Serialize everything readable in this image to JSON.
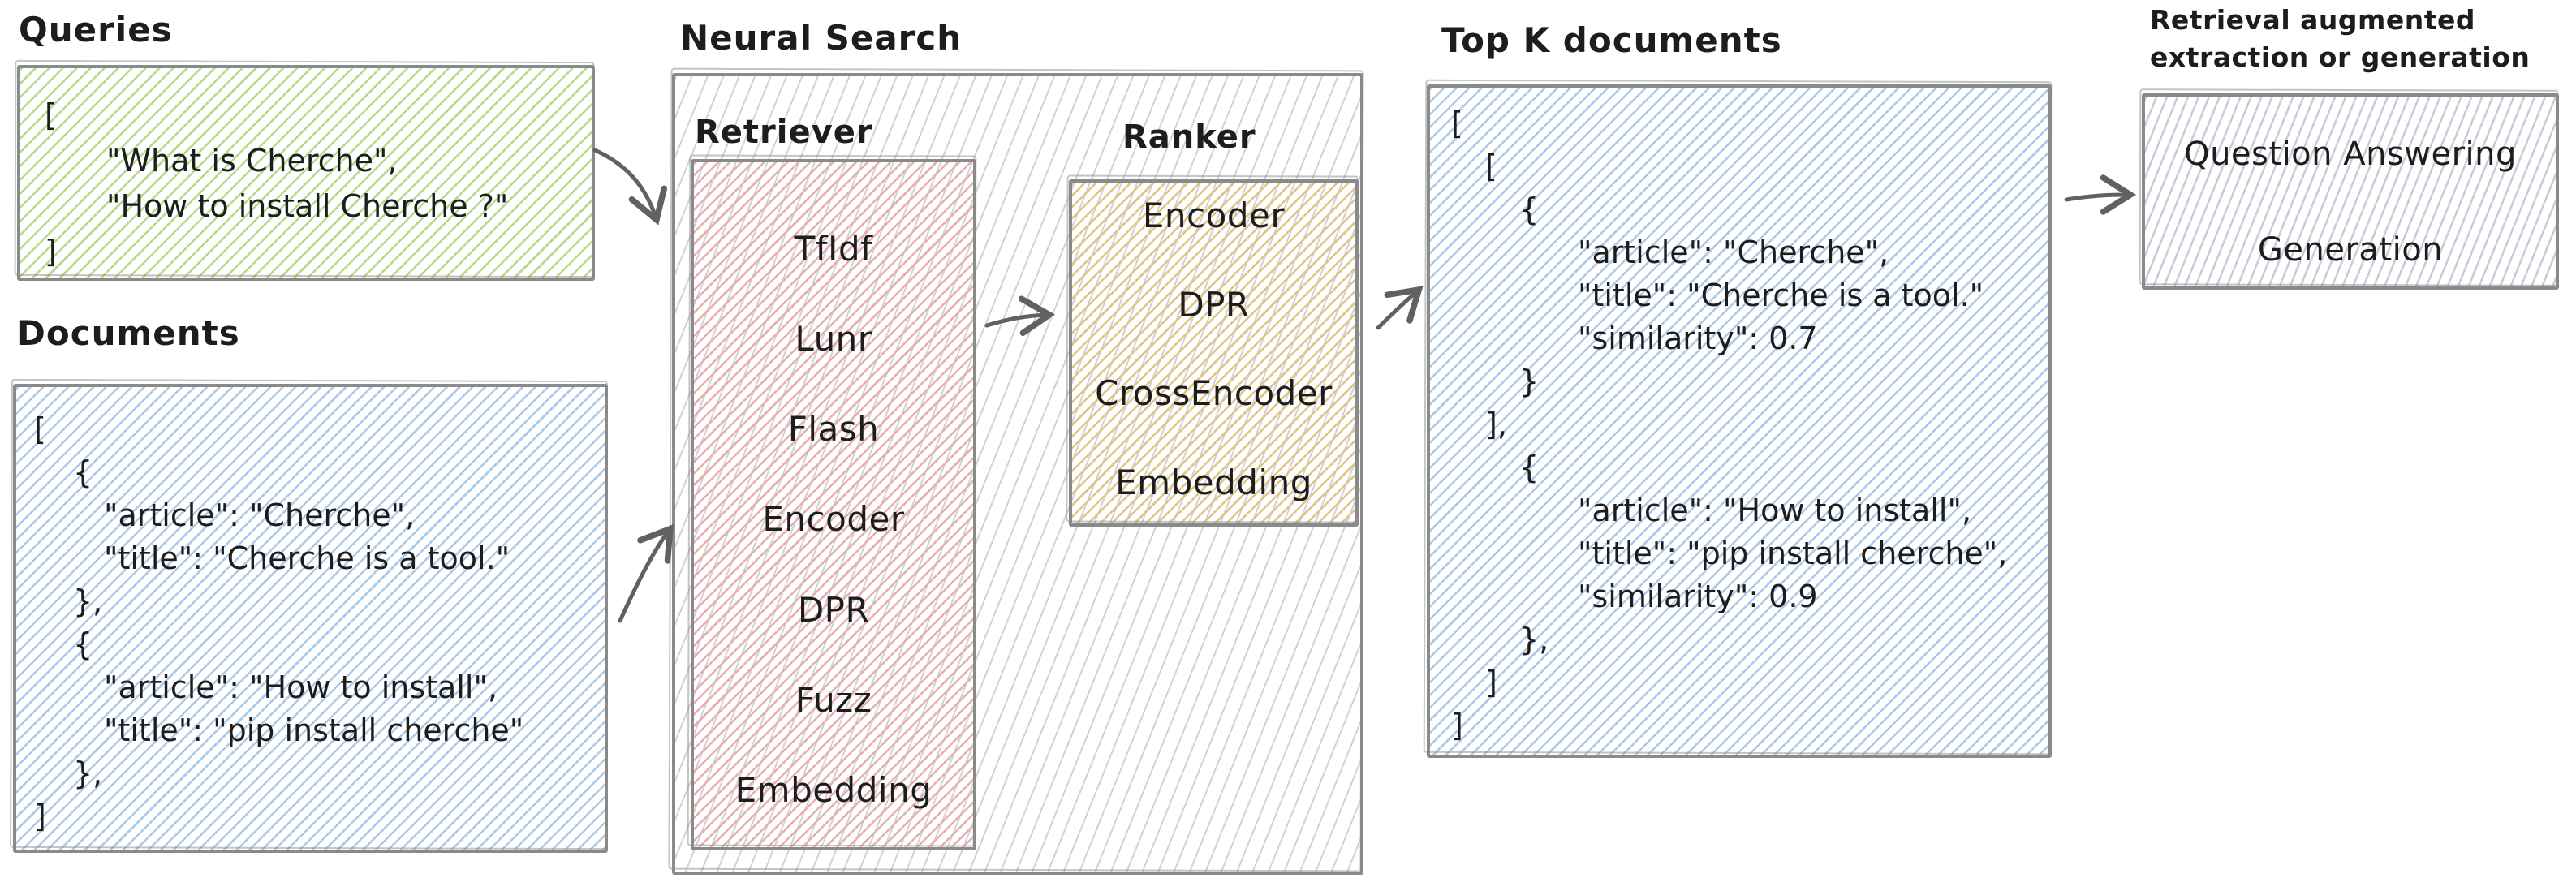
{
  "colors": {
    "bg": "#ffffff",
    "text": "#1d1d1d",
    "border": "#8a8a8a",
    "arrow": "#616161",
    "hatch_green": "#b7d98a",
    "hatch_blue": "#abc9e9",
    "hatch_pink": "#eaaeae",
    "hatch_yellow": "#e3c483",
    "hatch_gray": "#c5cdd8",
    "hatch_gray_soft": "#ccd3dd"
  },
  "queries": {
    "label": "Queries",
    "lines": [
      {
        "t": "[",
        "i": 0
      },
      {
        "t": "\"What is Cherche\",",
        "i": 1
      },
      {
        "t": "\"How to install Cherche ?\"",
        "i": 1
      },
      {
        "t": "]",
        "i": 0
      }
    ]
  },
  "documents": {
    "label": "Documents",
    "lines": [
      {
        "t": "[",
        "i": 0
      },
      {
        "t": "{",
        "i": 1
      },
      {
        "t": "\"article\": \"Cherche\",",
        "i": 2
      },
      {
        "t": "\"title\": \"Cherche is a tool.\"",
        "i": 2
      },
      {
        "t": "},",
        "i": 1
      },
      {
        "t": "{",
        "i": 1
      },
      {
        "t": "\"article\": \"How to install\",",
        "i": 2
      },
      {
        "t": "\"title\": \"pip install cherche\"",
        "i": 2
      },
      {
        "t": "},",
        "i": 1
      },
      {
        "t": "]",
        "i": 0
      }
    ]
  },
  "neural_search": {
    "label": "Neural Search",
    "retriever": {
      "label": "Retriever",
      "items": [
        "TfIdf",
        "Lunr",
        "Flash",
        "Encoder",
        "DPR",
        "Fuzz",
        "Embedding"
      ]
    },
    "ranker": {
      "label": "Ranker",
      "items": [
        "Encoder",
        "DPR",
        "CrossEncoder",
        "Embedding"
      ]
    }
  },
  "top_k": {
    "label": "Top K documents",
    "lines": [
      {
        "t": "[",
        "i": 0
      },
      {
        "t": "[",
        "i": 1
      },
      {
        "t": "{",
        "i": 2
      },
      {
        "t": "\"article\": \"Cherche\",",
        "i": 3
      },
      {
        "t": "\"title\": \"Cherche is a tool.\"",
        "i": 3
      },
      {
        "t": "\"similarity\": 0.7",
        "i": 3
      },
      {
        "t": "}",
        "i": 2
      },
      {
        "t": "],",
        "i": 1
      },
      {
        "t": "{",
        "i": 2
      },
      {
        "t": "\"article\": \"How to install\",",
        "i": 3
      },
      {
        "t": "\"title\": \"pip install cherche\",",
        "i": 3
      },
      {
        "t": "\"similarity\": 0.9",
        "i": 3
      },
      {
        "t": "},",
        "i": 2
      },
      {
        "t": "]",
        "i": 1
      },
      {
        "t": "]",
        "i": 0
      }
    ]
  },
  "rag": {
    "title_line1": "Retrieval augmented",
    "title_line2": "extraction or generation",
    "items": [
      "Question Answering",
      "Generation"
    ]
  },
  "connections": [
    {
      "from": "queries",
      "to": "neural-search"
    },
    {
      "from": "documents",
      "to": "neural-search"
    },
    {
      "from": "retriever",
      "to": "ranker"
    },
    {
      "from": "neural-search",
      "to": "top-k-documents"
    },
    {
      "from": "top-k-documents",
      "to": "retrieval-augmented-extraction-or-generation"
    }
  ]
}
